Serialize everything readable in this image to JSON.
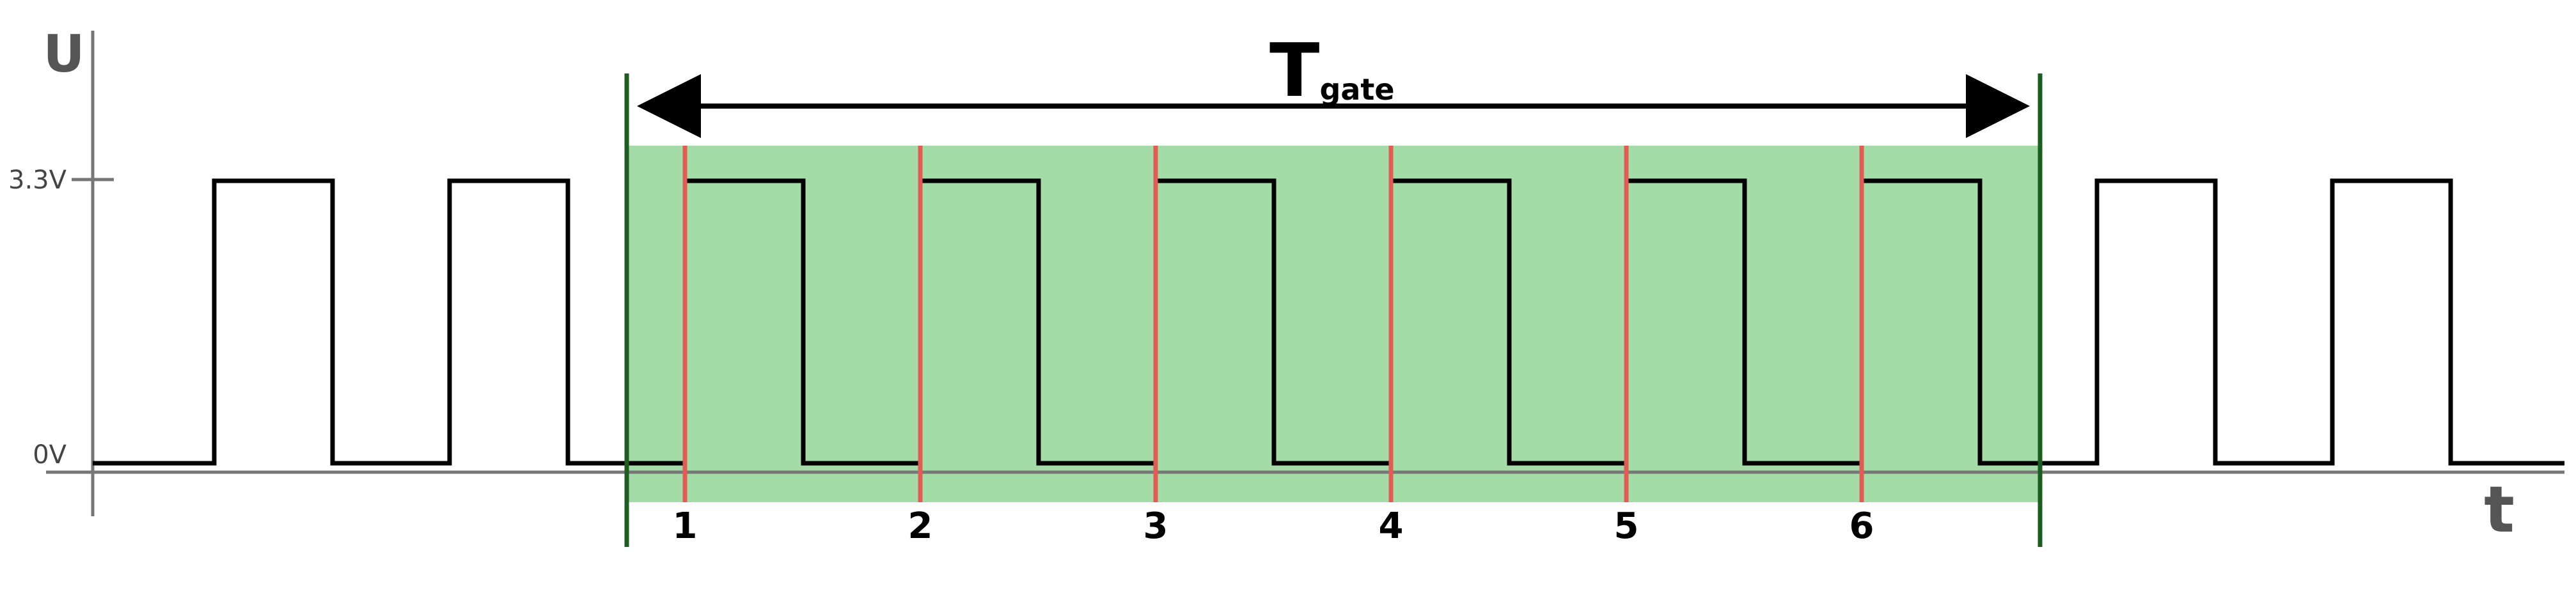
{
  "axes": {
    "y_label": "U",
    "x_label": "t",
    "y_ticks": [
      {
        "label": "3.3V",
        "value": 3.3
      },
      {
        "label": "0V",
        "value": 0
      }
    ]
  },
  "gate": {
    "label_main": "T",
    "label_sub": "gate",
    "fill_color": "#a3dca6",
    "border_color": "#1b5e20"
  },
  "signal": {
    "color": "#000000",
    "high_value": 3.3,
    "low_value": 0
  },
  "count_markers": {
    "color": "#e35b52",
    "labels": [
      "1",
      "2",
      "3",
      "4",
      "5",
      "6"
    ]
  }
}
